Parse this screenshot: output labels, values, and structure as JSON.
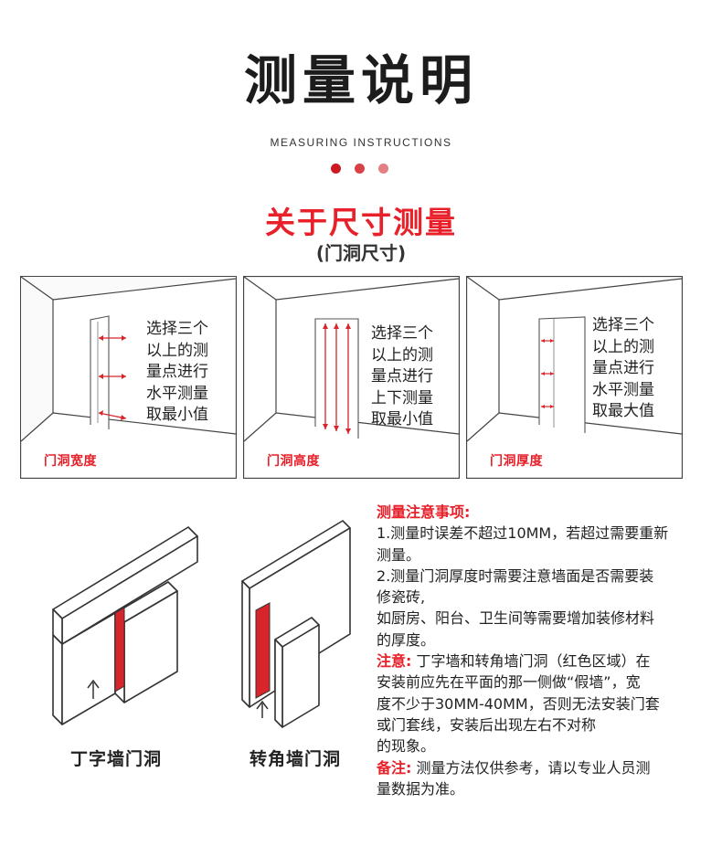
{
  "header": {
    "title": "测量说明",
    "subtitle": "MEASURING INSTRUCTIONS",
    "dot_colors": [
      "#cc1a21",
      "#d94147",
      "#e38085"
    ]
  },
  "section": {
    "title": "关于尺寸测量",
    "subtitle": "(门洞尺寸)"
  },
  "panels": [
    {
      "text": "选择三个\n以上的测\n量点进行\n水平测量\n取最小值",
      "label": "门洞宽度"
    },
    {
      "text": "选择三个\n以上的测\n量点进行\n上下测量\n取最小值",
      "label": "门洞高度"
    },
    {
      "text": "选择三个\n以上的测\n量点进行\n水平测量\n取最大值",
      "label": "门洞厚度"
    }
  ],
  "diagrams": [
    {
      "caption": "丁字墙门洞"
    },
    {
      "caption": "转角墙门洞"
    }
  ],
  "notes": {
    "heading": "测量注意事项:",
    "items": [
      {
        "lines": [
          "1.测量时误差不超过10MM，若超过需要重新",
          "测量。"
        ]
      },
      {
        "lines": [
          "2.测量门洞厚度时需要注意墙面是否需要装",
          "修瓷砖,",
          "如厨房、阳台、卫生间等需要增加装修材料",
          "的厚度。"
        ]
      }
    ],
    "warning_label": "注意:",
    "warning_lines": [
      " 丁字墙和转角墙门洞（红色区域）在",
      "安装前应先在平面的那一侧做“假墙”，宽",
      "度不少于30MM-40MM，否则无法安装门套",
      "或门套线，安装后出现左右不对称",
      "的现象。"
    ],
    "remark_label": "备注:",
    "remark_lines": [
      " 测量方法仅供参考，请以专业人员测",
      "量数据为准。"
    ],
    "accent_color": "#e8202a"
  }
}
